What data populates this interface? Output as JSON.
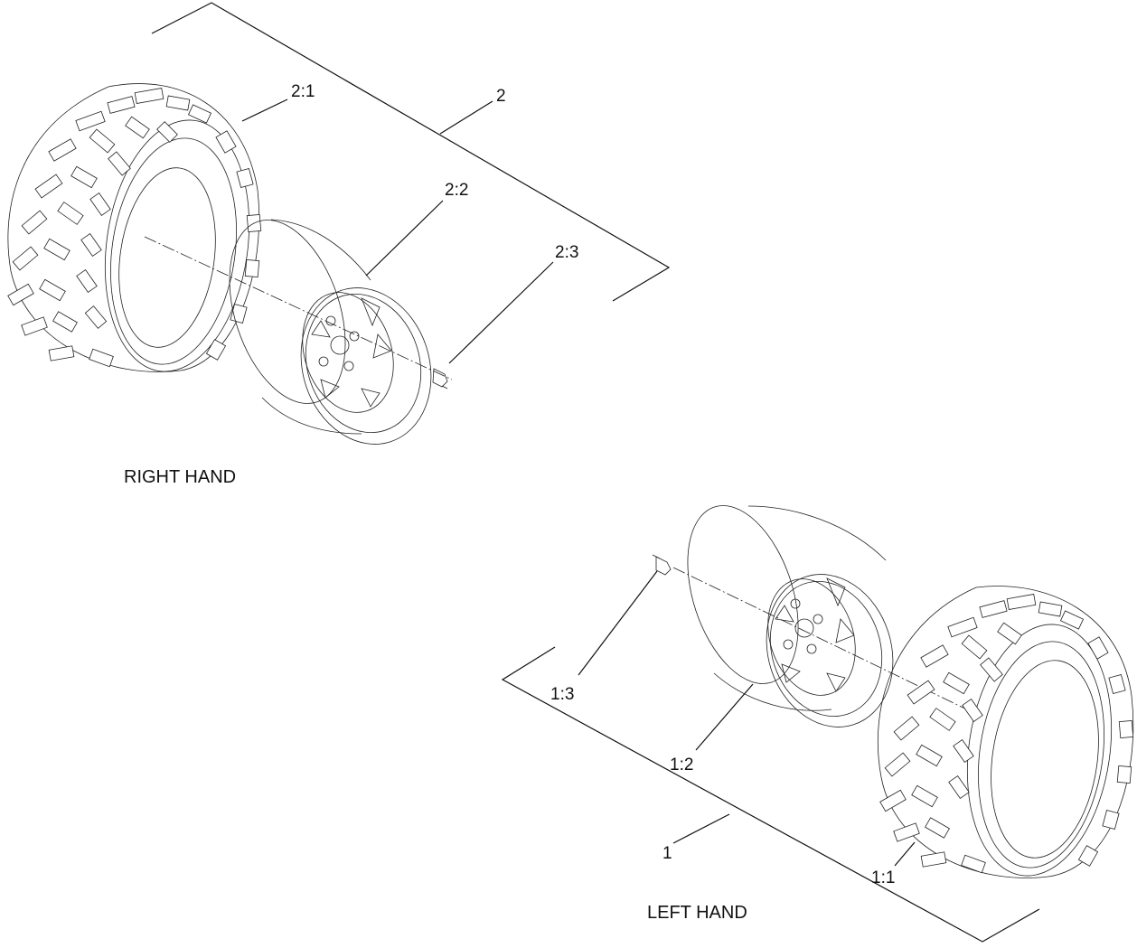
{
  "diagram": {
    "captions": {
      "right_hand": "RIGHT HAND",
      "left_hand": "LEFT HAND"
    },
    "callouts": {
      "assembly_2": "2",
      "tire_2_1": "2:1",
      "wheel_2_2": "2:2",
      "valve_2_3": "2:3",
      "assembly_1": "1",
      "tire_1_1": "1:1",
      "wheel_1_2": "1:2",
      "valve_1_3": "1:3"
    }
  }
}
